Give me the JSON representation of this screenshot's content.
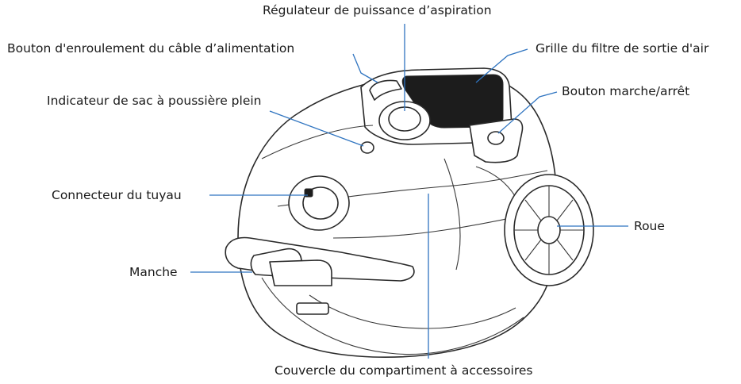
{
  "labels": {
    "suction_regulator": "Régulateur de puissance d’aspiration",
    "cord_rewind_button": "Bouton d'enroulement du câble d’alimentation",
    "exhaust_filter_grille": "Grille du filtre de sortie d'air",
    "dust_bag_full_indicator": "Indicateur de sac à poussière plein",
    "on_off_button": "Bouton marche/arrêt",
    "hose_connector": "Connecteur du tuyau",
    "wheel": "Roue",
    "handle": "Manche",
    "accessory_compartment_cover": "Couvercle du compartiment à accessoires"
  },
  "colors": {
    "leader_line": "#2f74c0",
    "outline": "#2a2a2a",
    "grille": "#1c1c1c"
  }
}
